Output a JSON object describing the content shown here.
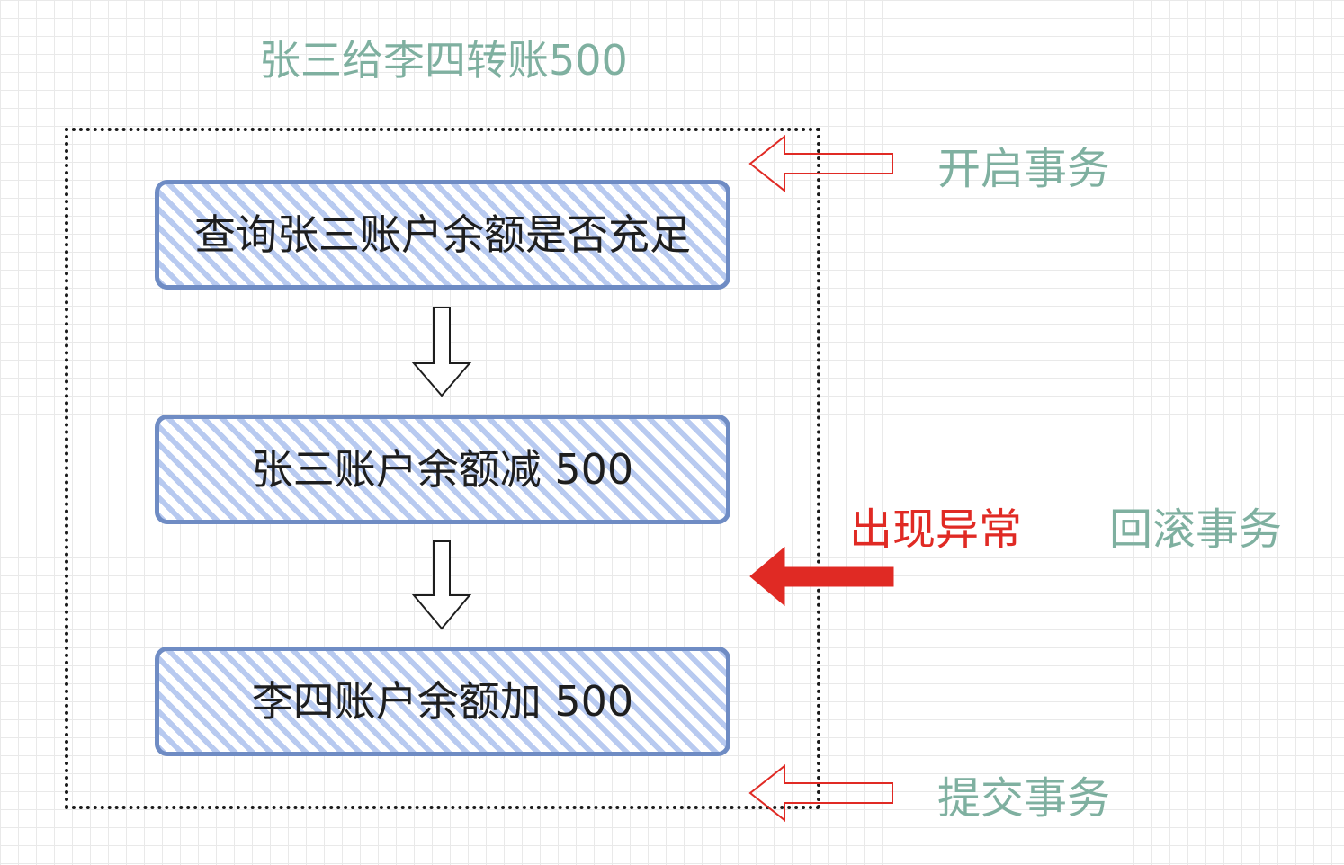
{
  "diagram": {
    "title": "张三给李四转账500",
    "steps": [
      {
        "label": "查询张三账户余额是否充足"
      },
      {
        "label": "张三账户余额减 500"
      },
      {
        "label": "李四账户余额加 500"
      }
    ],
    "side_labels": {
      "begin": "开启事务",
      "exception": "出现异常",
      "rollback": "回滚事务",
      "commit": "提交事务"
    },
    "icons": {
      "down_arrow": "down-arrow-icon",
      "begin_arrow": "left-outline-arrow-icon",
      "rollback_arrow": "left-filled-arrow-icon",
      "commit_arrow": "left-outline-arrow-icon"
    },
    "colors": {
      "label": "#7fb0a0",
      "exception": "#e02a24",
      "box_border": "#6f8cc4",
      "box_hatch": "#a0b8eb",
      "outline_arrow": "#e02a24",
      "filled_arrow": "#e02a24"
    }
  }
}
